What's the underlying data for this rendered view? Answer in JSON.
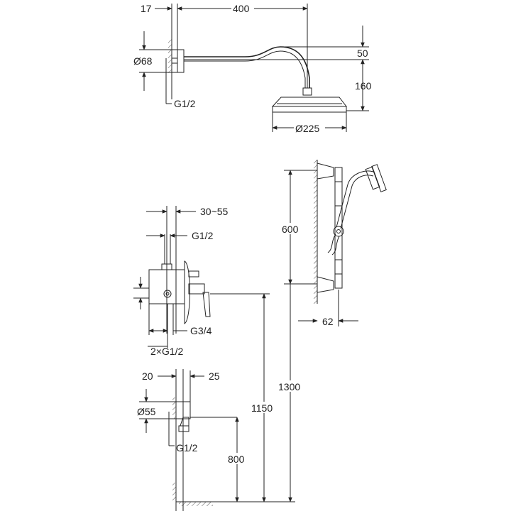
{
  "drawing": {
    "shower_head": {
      "wall_offset": "17",
      "arm_length": "400",
      "flange_diameter": "Ø68",
      "arm_rise": "50",
      "head_drop": "160",
      "head_diameter": "Ø225",
      "thread": "G1/2"
    },
    "mixer_valve": {
      "depth_range": "30~55",
      "inlet_top": "G1/2",
      "outlet": "G3/4",
      "inlets": "2×G1/2"
    },
    "wall_outlet": {
      "depth_a": "20",
      "depth_b": "25",
      "diameter": "Ø55",
      "thread": "G1/2"
    },
    "slide_rail": {
      "rail_length": "600",
      "projection": "62"
    },
    "heights": {
      "valve_height": "1150",
      "rail_height": "1300",
      "outlet_height": "800"
    }
  }
}
